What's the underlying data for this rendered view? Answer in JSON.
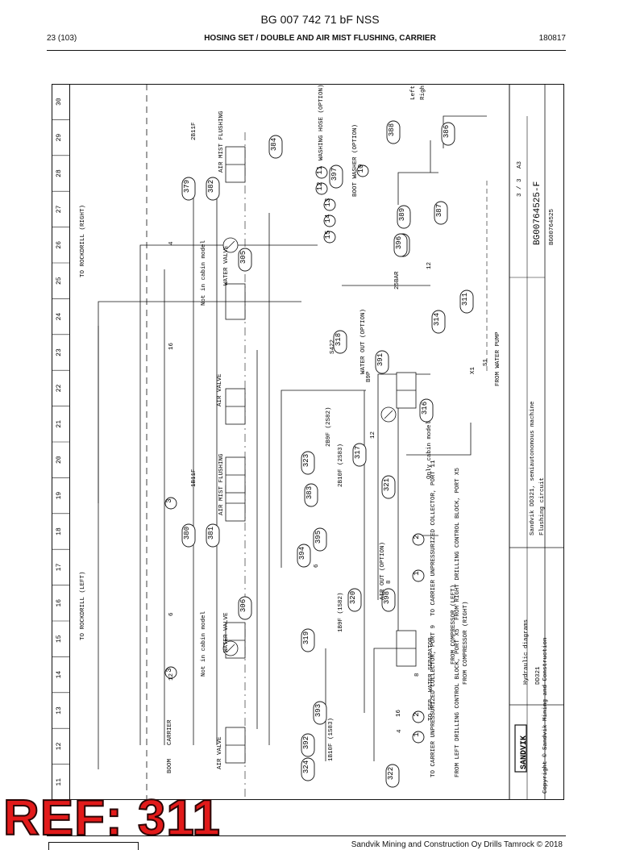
{
  "header": {
    "doc_number": "BG 007 742 71 bF NSS",
    "page": "23 (103)",
    "section_title": "HOSING SET / DOUBLE AND AIR MIST FLUSHING, CARRIER",
    "date_code": "180817"
  },
  "stamp": {
    "text": "REF: 311"
  },
  "footer": {
    "copyright": "Sandvik Mining and Construction Oy Drills Tamrock © 2018"
  },
  "diagram": {
    "column_numbers": [
      "11",
      "12",
      "13",
      "14",
      "15",
      "16",
      "17",
      "18",
      "19",
      "20",
      "21",
      "22",
      "23",
      "24",
      "25",
      "26",
      "27",
      "28",
      "29",
      "30"
    ],
    "labels": {
      "boom": "BOOM",
      "carrier": "CARRIER",
      "to_rockdrill_left": "TO ROCKDRILL (LEFT)",
      "to_rockdrill_right": "TO ROCKDRILL (RIGHT)",
      "air_mist_flushing": "AIR MIST FLUSHING",
      "air_valve": "AIR VALVE",
      "water_valve": "WATER VALVE",
      "not_in_cabin_model": "Not in cabin model",
      "only_cabin_model": "Only cabin model",
      "air_out": "AIR OUT (OPTION)",
      "water_out": "WATER OUT (OPTION)",
      "washing_hose": "WASHING HOSE (OPTION)",
      "boot_washer": "BOOT WASHER (OPTION)",
      "left": "Left",
      "right": "Right",
      "from_left_drilling_control_block_port": "FROM LEFT DRILLING CONTROL BLOCK, PORT X5",
      "from_right_drilling_control_block_port": "FROM RIGHT DRILLING CONTROL BLOCK, PORT X5",
      "to_carrier_unpressurized_p9": "TO CARRIER UNPRESSURIZED COLLECTOR, PORT 9",
      "to_carrier_unpressurized_p11": "TO CARRIER UNPRESSURIZED COLLECTOR, PORT 11",
      "from_compressor_left": "FROM COMPRESSOR (LEFT)",
      "from_compressor_right": "FROM COMPRESSOR (RIGHT)",
      "to_sep_water_separator": "TO SEP. WATER SEPARATOR",
      "from_water_pump": "FROM WATER PUMP",
      "s422": "S422",
      "b9p": "B9P",
      "s1": "S1",
      "x1": "X1",
      "bar": "25BAR",
      "valve_1b11f": "1B11F",
      "valve_2b11f": "2B11F",
      "valve_1b10f": "1B10F (1S83)",
      "valve_1b9f": "1B9F (1S82)",
      "valve_2b10f": "2B10F (2S83)",
      "valve_2b9f": "2B9F (2S82)",
      "title_main": "Sandvik DD321, semiautonomous machine",
      "title_sub": "Flushing circuit",
      "title_kind": "Hydraulic diagrams",
      "title_model": "DD321",
      "drawing_number": "BG00764525-F",
      "ref_number": "BG00764525",
      "sheet": "3 / 3",
      "size": "A3",
      "brand": "SANDVIK",
      "brand_sub": "Copyright © Sandvik Mining and Construction"
    },
    "callouts": [
      "1",
      "2",
      "3",
      "1",
      "2",
      "3",
      "10",
      "11",
      "12",
      "13",
      "14",
      "15",
      "305",
      "306",
      "311",
      "314",
      "316",
      "317",
      "318",
      "319",
      "320",
      "321",
      "323",
      "324",
      "379",
      "380",
      "381",
      "382",
      "383",
      "384",
      "386",
      "387",
      "388",
      "389",
      "390",
      "391",
      "392",
      "393",
      "394",
      "395",
      "396",
      "397",
      "398",
      "322"
    ],
    "hose_sizes": [
      "12",
      "6",
      "16",
      "4",
      "8"
    ]
  }
}
